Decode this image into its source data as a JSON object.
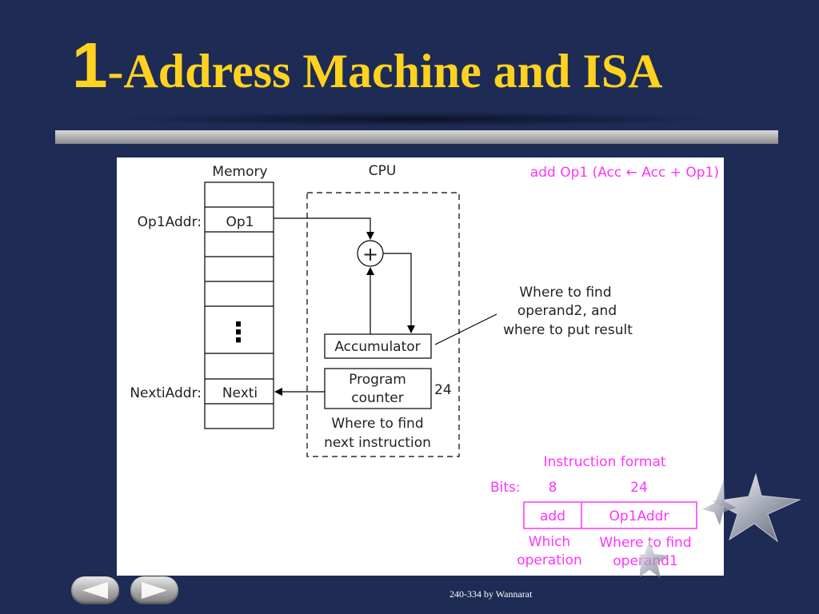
{
  "slide": {
    "title_number": "1",
    "title_text": "-Address Machine and ISA",
    "footer": "240-334 by Wannarat"
  },
  "diagram": {
    "memory_label": "Memory",
    "cpu_label": "CPU",
    "op1addr_label": "Op1Addr:",
    "op1_cell": "Op1",
    "ellipsis": "⋮",
    "nextiaddr_label": "NextiAddr:",
    "nexti_cell": "Nexti",
    "plus_symbol": "+",
    "accumulator_label": "Accumulator",
    "pc_line1": "Program",
    "pc_line2": "counter",
    "pc_bits": "24",
    "next_note_line1": "Where to find",
    "next_note_line2": "next instruction",
    "operand2_note_line1": "Where to find",
    "operand2_note_line2": "operand2, and",
    "operand2_note_line3": "where to put result",
    "instruction_semantics": "add  Op1  (Acc ← Acc + Op1)"
  },
  "instruction_format": {
    "title": "Instruction format",
    "bits_label": "Bits:",
    "opcode_bits": "8",
    "address_bits": "24",
    "opcode_field": "add",
    "address_field": "Op1Addr",
    "opcode_desc_line1": "Which",
    "opcode_desc_line2": "operation",
    "address_desc_line1": "Where to find",
    "address_desc_line2": "operand1"
  },
  "colors": {
    "background": "#1d2b55",
    "title": "#ffd21f",
    "annotation": "#ff33ff"
  },
  "nav": {
    "prev_icon": "left-arrow-icon",
    "next_icon": "right-arrow-icon"
  }
}
